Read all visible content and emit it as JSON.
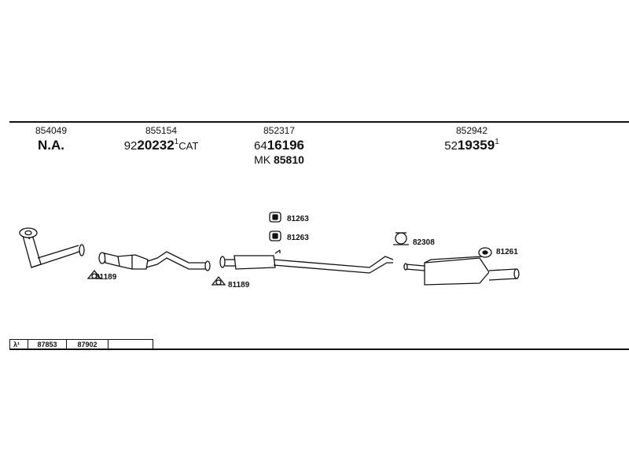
{
  "columns": [
    {
      "code": "854049",
      "main_big": "N.A."
    },
    {
      "code": "855154",
      "main_pre": "92",
      "main_big": "20232",
      "main_sup": "1",
      "main_suf": "CAT"
    },
    {
      "code": "852317",
      "main_pre": "64",
      "main_big": "16196",
      "sub_pre": "MK",
      "sub_big": "85810"
    },
    {
      "code": "852942",
      "main_pre": "52",
      "main_big": "19359",
      "main_sup": "1"
    }
  ],
  "parts": {
    "gasket_front_left": "81189",
    "gasket_front_right": "81189",
    "hanger_upper": "81263",
    "hanger_lower": "81263",
    "clamp": "82308",
    "rear_hanger": "81261"
  },
  "lambda_row": {
    "symbol": "λ¹",
    "codes": [
      "87853",
      "87902",
      ""
    ]
  }
}
